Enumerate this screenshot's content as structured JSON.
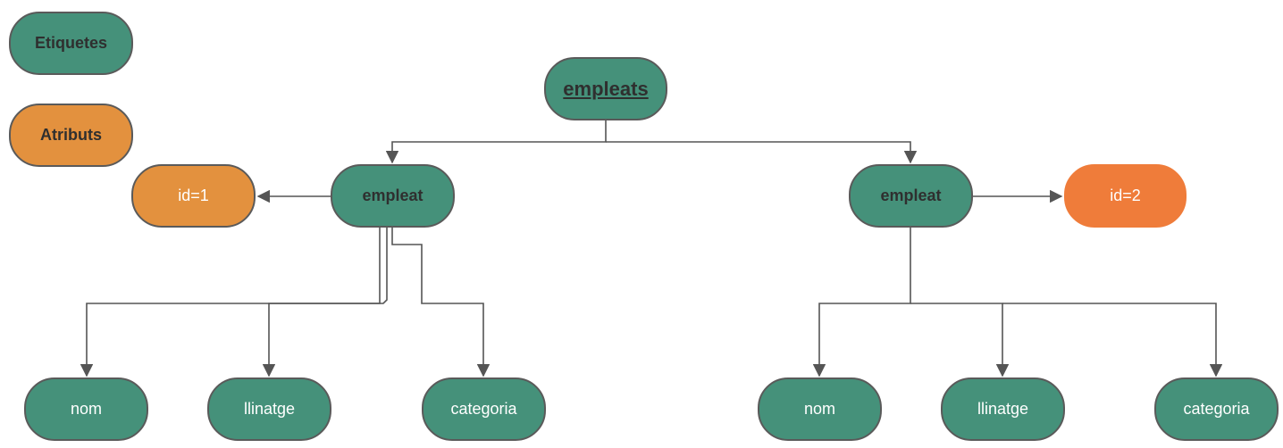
{
  "legend": {
    "tags_label": "Etiquetes",
    "attributes_label": "Atributs"
  },
  "colors": {
    "tag_fill": "#45917a",
    "attribute_fill": "#e3913e",
    "attribute_fill_alt": "#ef7c3a",
    "stroke": "#5a5a5a",
    "connector": "#555555"
  },
  "root": {
    "label": "empleats"
  },
  "employees": [
    {
      "label": "empleat",
      "attribute": "id=1",
      "children": [
        "nom",
        "llinatge",
        "categoria"
      ]
    },
    {
      "label": "empleat",
      "attribute": "id=2",
      "children": [
        "nom",
        "llinatge",
        "categoria"
      ]
    }
  ]
}
